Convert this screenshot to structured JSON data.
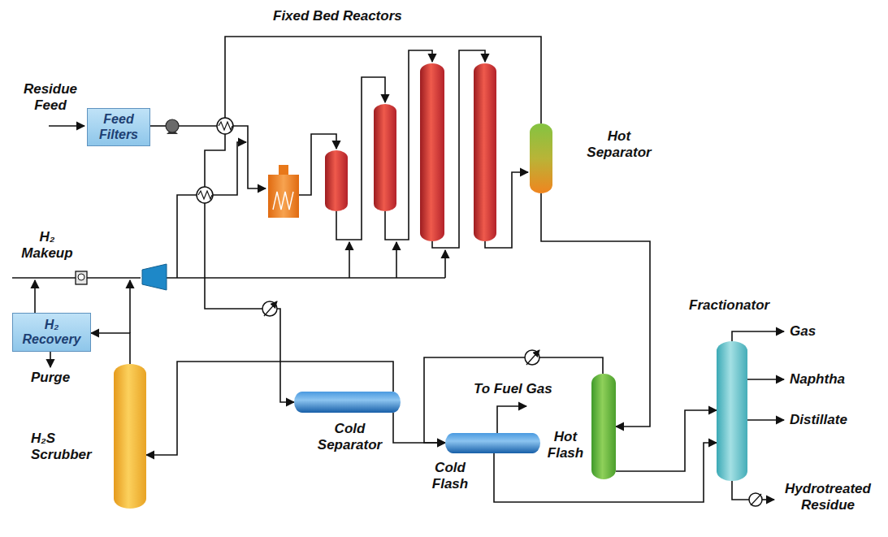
{
  "diagram": {
    "nodes": [
      {
        "text": [
          "Feed Filters"
        ]
      },
      {
        "text": [
          "Hot Separator"
        ]
      },
      {
        "text": [
          "H₂ Recovery"
        ]
      },
      {
        "text": [
          "Fractionator"
        ]
      },
      {
        "text": [
          "H₂S Scrubber"
        ]
      },
      {
        "text": [
          "Cold Separator"
        ]
      },
      {
        "text": [
          "Cold Flash"
        ]
      },
      {
        "text": [
          "Hot Flash"
        ]
      }
    ],
    "edges": [
      {
        "from": 1,
        "to": 7,
        "arrow": "to"
      },
      {
        "from": 1,
        "to": 5,
        "arrow": "to"
      },
      {
        "from": 5,
        "to": 4,
        "arrow": "to"
      },
      {
        "from": 5,
        "to": 6,
        "arrow": "to"
      },
      {
        "from": 7,
        "to": 6,
        "arrow": "to"
      },
      {
        "from": 7,
        "to": 3,
        "arrow": "to"
      },
      {
        "from": 6,
        "to": 3,
        "arrow": "to"
      },
      {
        "from": 4,
        "to": 2,
        "arrow": "to"
      }
    ],
    "labels": [
      "Residue Feed",
      "Fixed Bed Reactors",
      "H₂ Makeup",
      "Purge",
      "To Fuel Gas",
      "Gas",
      "Naphtha",
      "Distillate",
      "Hydrotreated Residue"
    ]
  }
}
